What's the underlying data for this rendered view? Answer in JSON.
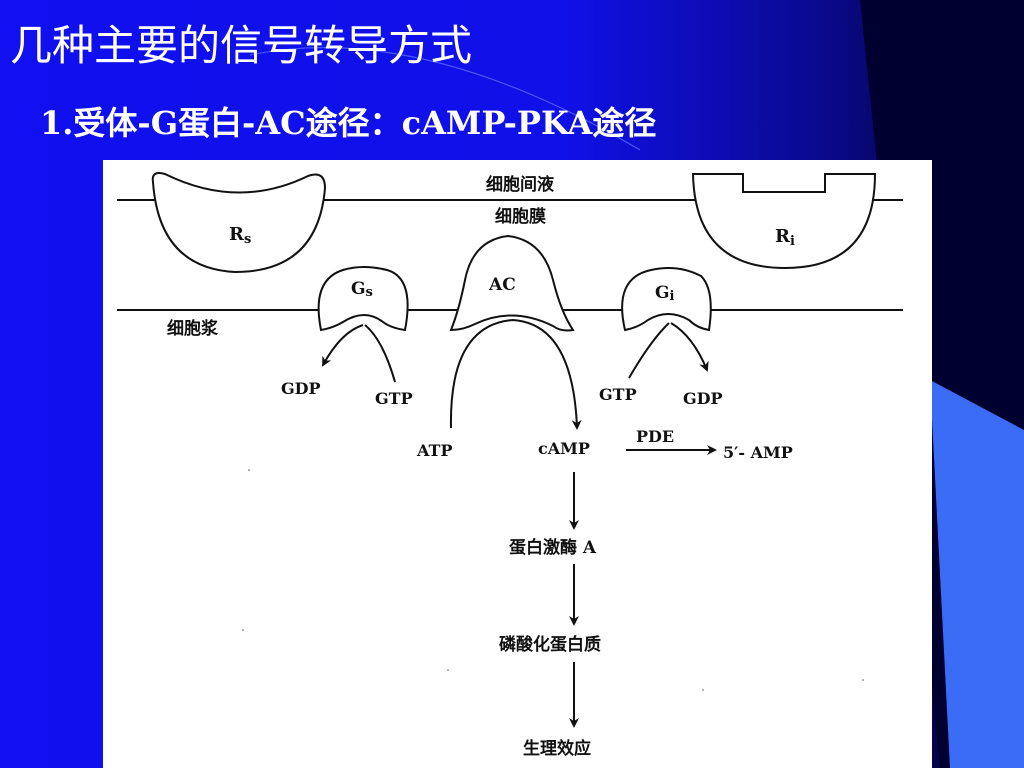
{
  "slide": {
    "title": "几种主要的信号转导方式",
    "subtitle": "1.受体-G蛋白-AC途径：cAMP-PKA途径"
  },
  "colors": {
    "background": "#1010f0",
    "accent_dark": "#000030",
    "accent_light": "#3a6cf6",
    "figure_bg": "#ffffff"
  },
  "diagram": {
    "regions": {
      "extracellular": "细胞间液",
      "membrane": "细胞膜",
      "cytoplasm": "细胞浆"
    },
    "receptors": {
      "rs": "R",
      "rs_sub": "s",
      "ri": "R",
      "ri_sub": "i"
    },
    "proteins": {
      "gs": "G",
      "gs_sub": "s",
      "ac": "AC",
      "gi": "G",
      "gi_sub": "i"
    },
    "molecules": {
      "gdp_left": "GDP",
      "gtp_left": "GTP",
      "gtp_right": "GTP",
      "gdp_right": "GDP",
      "atp": "ATP",
      "camp": "cAMP",
      "pde": "PDE",
      "amp": "5′- AMP"
    },
    "cascade": {
      "pka": "蛋白激酶 A",
      "phospho": "磷酸化蛋白质",
      "effect": "生理效应"
    }
  }
}
